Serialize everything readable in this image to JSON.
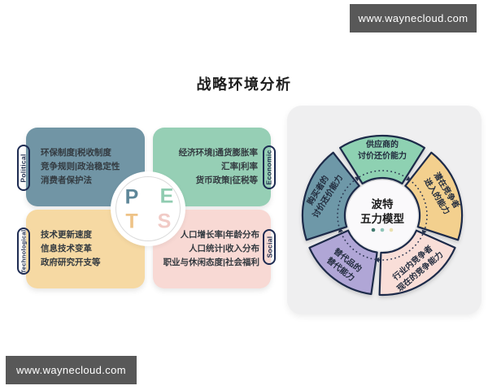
{
  "watermark_top": "www.waynecloud.com",
  "watermark_bottom": "www.waynecloud.com",
  "title": "战略环境分析",
  "pest": {
    "political": {
      "label": "Political",
      "letter": "P",
      "lines": [
        "环保制度|税收制度",
        "竞争规则|政治稳定性",
        "消费者保护法"
      ]
    },
    "economic": {
      "label": "Economic",
      "letter": "E",
      "lines": [
        "经济环境|通货膨胀率",
        "汇率|利率",
        "货币政策|征税等"
      ]
    },
    "technological": {
      "label": "Technological",
      "letter": "T",
      "lines": [
        "技术更新速度",
        "信息技术变革",
        "政府研究开支等"
      ]
    },
    "social": {
      "label": "Social",
      "letter": "S",
      "lines": [
        "人口增长率|年龄分布",
        "人口统计|收入分布",
        "职业与休闲态度|社会福利"
      ]
    }
  },
  "porter": {
    "title_line1": "波特",
    "title_line2": "五力模型",
    "dots": [
      "#41796e",
      "#8fc4b8",
      "#e9e0ae"
    ],
    "segments": {
      "suppliers": {
        "line1": "供应商的",
        "line2": "讨价还价能力",
        "color": "#8ed1b2"
      },
      "buyers": {
        "line1": "购买者的",
        "line2": "讨价还价能力",
        "color": "#6e98a8"
      },
      "entrants": {
        "line1": "潜在竞争者",
        "line2": "进入的能力",
        "color": "#f3d08e"
      },
      "substitutes": {
        "line1": "替代品的",
        "line2": "替代能力",
        "color": "#b0a6d6"
      },
      "rivalry": {
        "line1": "行业内竞争者",
        "line2": "现在的竞争能力",
        "color": "#f9ded8"
      }
    }
  },
  "colors": {
    "pest_political": "#7195a5",
    "pest_economic": "#96cfb5",
    "pest_technological": "#f6d9a3",
    "pest_social": "#f8d9d4",
    "letter_p": "#5e8799",
    "letter_e": "#90ccb1",
    "letter_t": "#eec387",
    "letter_s": "#f1cbc6",
    "pill_border": "#1d2b52",
    "segment_outline": "#1f2b4a",
    "watermark_bg": "#585858",
    "panel_bg": "#efeff0"
  }
}
